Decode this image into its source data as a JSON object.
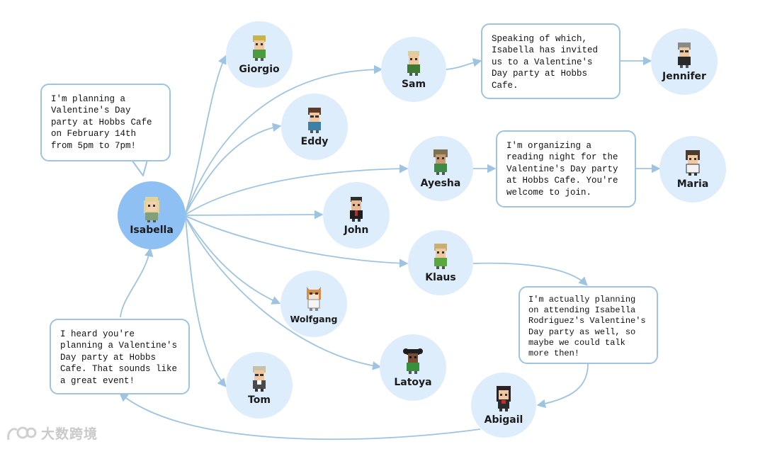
{
  "colors": {
    "hub_fill": "#8ec0f3",
    "node_fill": "#deedfc",
    "edge": "#9ec4e1",
    "bubble_border": "#9ec4e1",
    "text": "#1b1b1b"
  },
  "nodes": {
    "isabella": "Isabella",
    "giorgio": "Giorgio",
    "eddy": "Eddy",
    "sam": "Sam",
    "jennifer": "Jennifer",
    "ayesha": "Ayesha",
    "maria": "Maria",
    "john": "John",
    "klaus": "Klaus",
    "wolfgang": "Wolfgang",
    "latoya": "Latoya",
    "tom": "Tom",
    "abigail": "Abigail"
  },
  "bubbles": {
    "isabella_says": "I'm planning a\nValentine's Day\nparty at Hobbs Cafe\non February 14th\nfrom 5pm to 7pm!",
    "sam_says": "Speaking of which,\nIsabella has invited\nus to a Valentine's\nDay party at Hobbs\nCafe.",
    "ayesha_says": "I'm organizing a\nreading night for the\nValentine's Day party\nat Hobbs Cafe. You're\nwelcome to join.",
    "klaus_says": "I'm actually planning\non attending Isabella\nRodriguez's Valentine's\nDay party as well, so\nmaybe we could talk\nmore then!",
    "abigail_says": "I heard you're\nplanning a Valentine's\nDay party at Hobbs\nCafe. That sounds like\na great event!"
  },
  "watermark": {
    "text": "大数跨境"
  }
}
